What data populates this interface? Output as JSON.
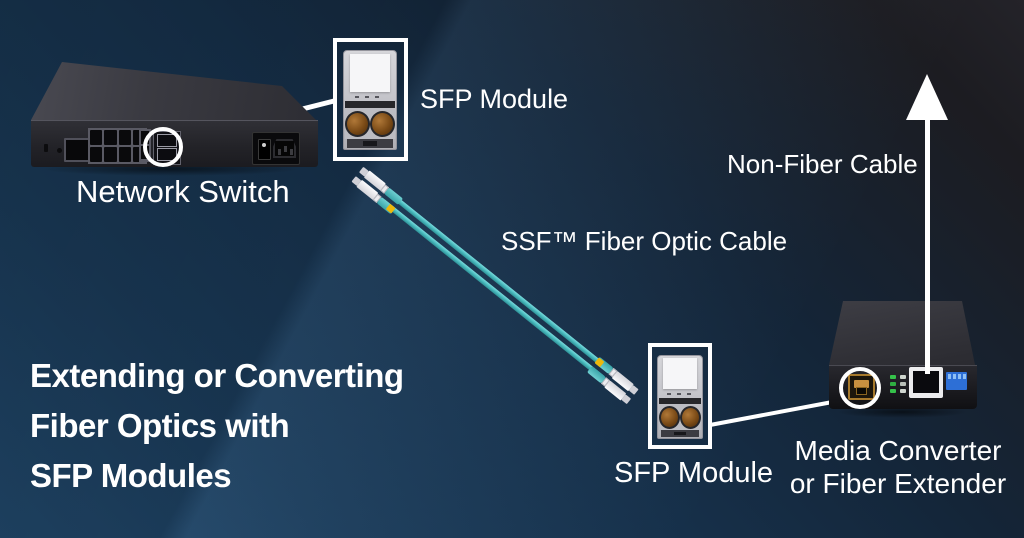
{
  "title": {
    "line1": "Extending or Converting",
    "line2": "Fiber Optics with",
    "line3": "SFP Modules"
  },
  "labels": {
    "network_switch": "Network Switch",
    "sfp_module_top": "SFP Module",
    "sfp_module_bottom": "SFP Module",
    "fiber_cable": "SSF™ Fiber Optic Cable",
    "non_fiber_cable": "Non-Fiber Cable",
    "media_converter_line1": "Media Converter",
    "media_converter_line2": "or Fiber Extender"
  },
  "colors": {
    "background_navy": "#1a3a58",
    "background_dark": "#242329",
    "text": "#ffffff",
    "callout": "#ffffff",
    "fiber_aqua": "#45b6ba",
    "connector_yellow": "#ecb70c",
    "led_green": "#35c24a",
    "dip_blue": "#2d6fd6",
    "sfp_ferrule_bronze": "#7a4a16"
  }
}
